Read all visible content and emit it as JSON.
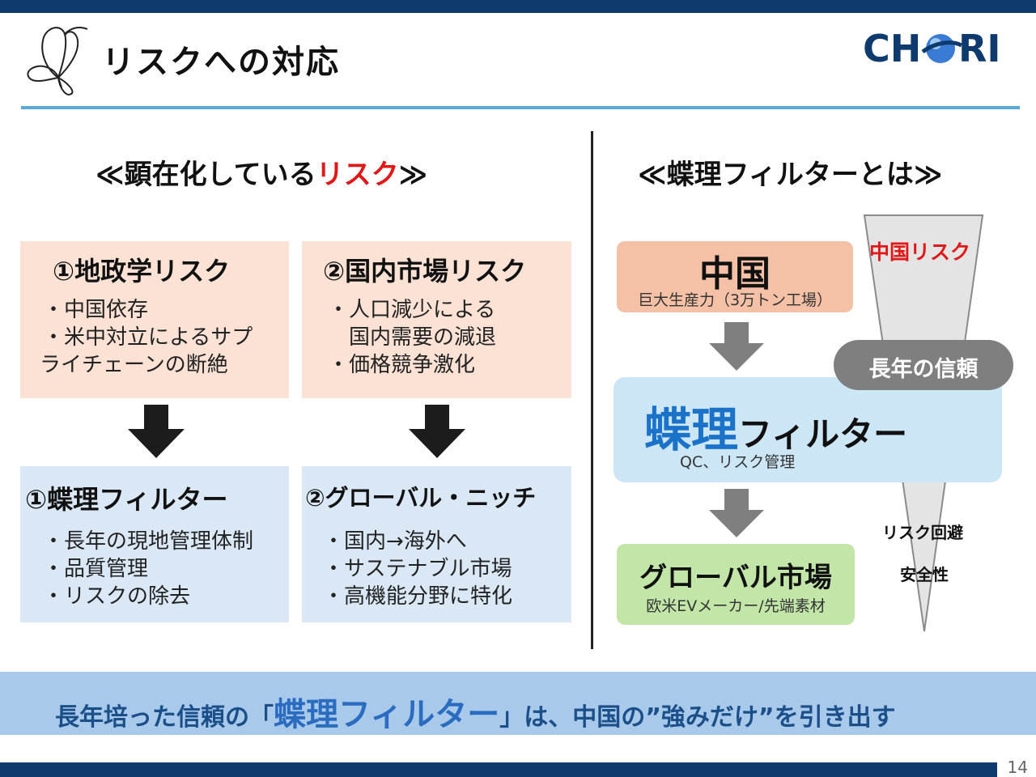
{
  "header": {
    "title": "リスクへの対応",
    "logo_text": "CHORI",
    "logo_colors": {
      "main": "#0e3a6e",
      "sphere": "#3a7bd5"
    }
  },
  "left": {
    "title_pre": "≪顕在化している",
    "title_red": "リスク",
    "title_post": "≫",
    "boxes_top": [
      {
        "heading": "①地政学リスク",
        "lines": [
          "・中国依存",
          "・米中対立によるサプ",
          "ライチェーンの断絶"
        ]
      },
      {
        "heading": "②国内市場リスク",
        "lines": [
          "・人口減少による",
          "　国内需要の減退",
          "・価格競争激化"
        ]
      }
    ],
    "boxes_bottom": [
      {
        "heading": "①蝶理フィルター",
        "lines": [
          "・長年の現地管理体制",
          "・品質管理",
          "・リスクの除去"
        ]
      },
      {
        "heading": "②グローバル・ニッチ",
        "lines": [
          "・国内→海外へ",
          "・サステナブル市場",
          "・高機能分野に特化"
        ]
      }
    ]
  },
  "right": {
    "title": "≪蝶理フィルターとは≫",
    "china": {
      "title": "中国",
      "sub": "巨大生産力（3万トン工場）"
    },
    "filter": {
      "big": "蝶理",
      "rest": "フィルター",
      "sub": "QC、リスク管理"
    },
    "global": {
      "title": "グローバル市場",
      "sub": "欧米EVメーカー/先端素材"
    },
    "trust_pill": "長年の信頼",
    "funnel_top_label": "中国リスク",
    "funnel_labels": [
      "リスク回避",
      "安全性"
    ]
  },
  "banner": {
    "pre": "長年培った信頼の「",
    "big": "蝶理フィルター",
    "post": "」は、中国の”強みだけ”を引き出す"
  },
  "page_number": "14",
  "colors": {
    "navy": "#0e3a6e",
    "accent_red": "#e01818",
    "pink_box": "#fbe2d5",
    "blue_box": "#dae8f5",
    "china_box": "#f4c0a6",
    "filter_box": "#cce6f6",
    "global_box": "#c2e6a8",
    "banner": "#a9c9ea"
  }
}
